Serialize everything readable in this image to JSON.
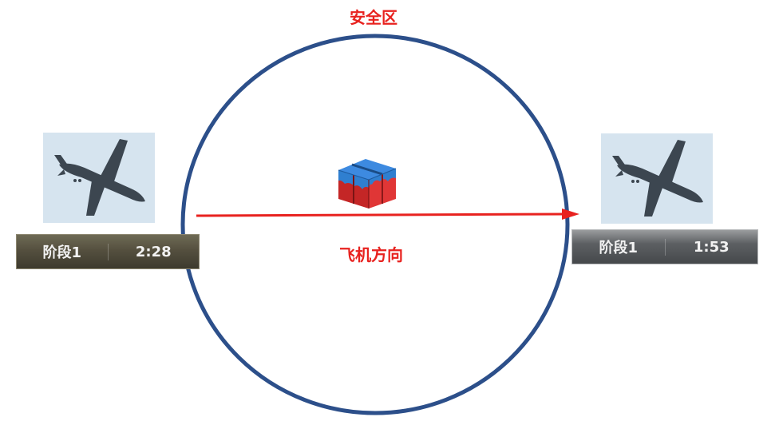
{
  "labels": {
    "safe_zone": "安全区",
    "plane_direction": "飞机方向"
  },
  "phase_left": {
    "name": "阶段1",
    "time": "2:28"
  },
  "phase_right": {
    "name": "阶段1",
    "time": "1:53"
  },
  "colors": {
    "circle": "#2c4f8a",
    "arrow": "#e8221f",
    "label": "#e8221f",
    "sky": "#d6e4ef",
    "crate_blue": "#2f7fd0",
    "crate_red": "#d42a2a"
  },
  "icons": {
    "plane": "cargo-plane-icon",
    "airdrop": "airdrop-crate-icon"
  }
}
